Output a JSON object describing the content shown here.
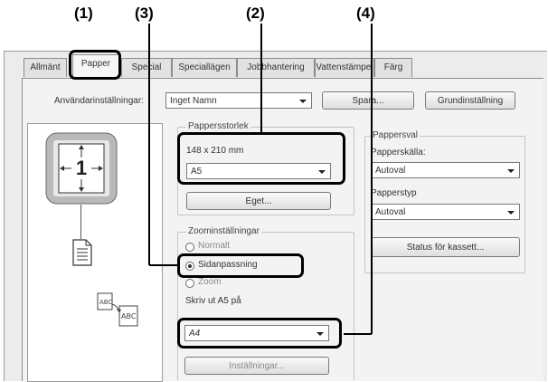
{
  "callouts": [
    "(1)",
    "(2)",
    "(3)",
    "(4)"
  ],
  "tabs": [
    {
      "label": "Allmänt",
      "active": false
    },
    {
      "label": "Papper",
      "active": true
    },
    {
      "label": "Special",
      "active": false
    },
    {
      "label": "Speciallägen",
      "active": false
    },
    {
      "label": "Jobbhantering",
      "active": false
    },
    {
      "label": "Vattenstämpel",
      "active": false
    },
    {
      "label": "Färg",
      "active": false
    }
  ],
  "settings_row": {
    "label": "Användarinställningar:",
    "value": "Inget Namn",
    "save_button": "Spara...",
    "default_button": "Grundinställning"
  },
  "preview": {
    "page_number": "1"
  },
  "paper_size": {
    "title": "Pappersstorlek",
    "dimensions": "148 x 210 mm",
    "selected": "A5",
    "custom_button": "Eget..."
  },
  "zoom": {
    "title": "Zoominställningar",
    "options": [
      "Normalt",
      "Sidanpassning",
      "Zoom"
    ],
    "selected": "Sidanpassning",
    "print_on_label": "Skriv ut A5 på",
    "target_paper": "A4",
    "settings_button": "Inställningar..."
  },
  "paper_selection": {
    "title": "Pappersval",
    "source_label": "Papperskälla:",
    "source_value": "Autoval",
    "type_label": "Papperstyp",
    "type_value": "Autoval",
    "status_button": "Status för kassett..."
  }
}
